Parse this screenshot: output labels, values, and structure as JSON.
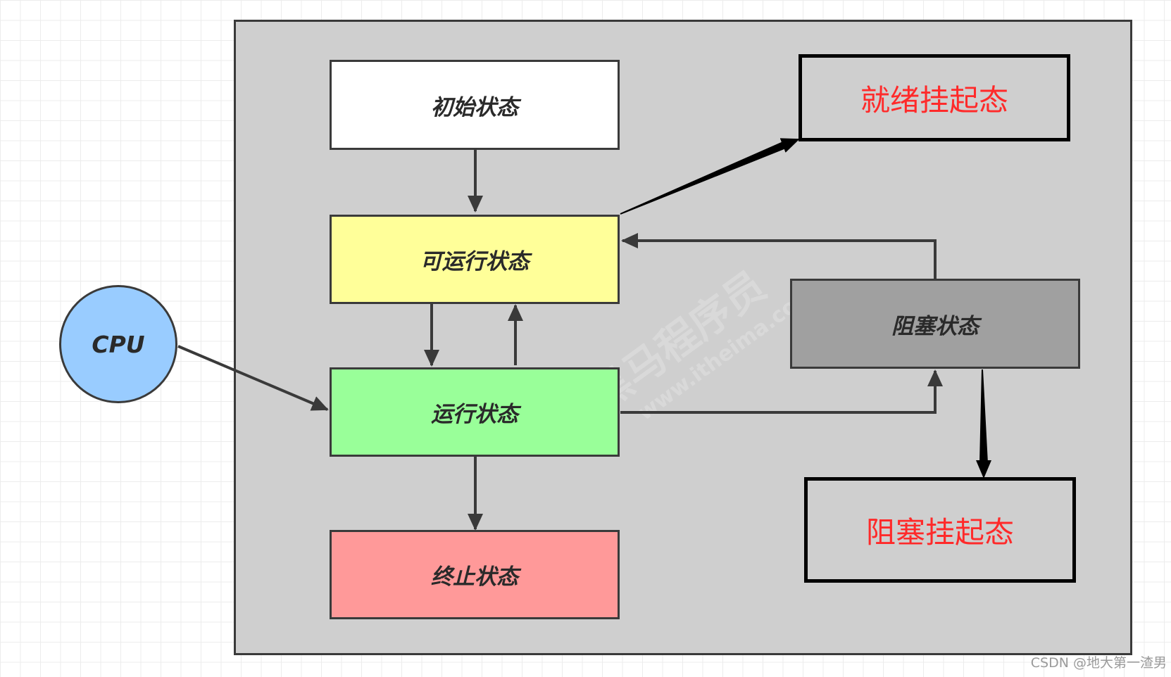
{
  "diagram": {
    "nodes": {
      "initial": {
        "label": "初始状态",
        "color": "#ffffff"
      },
      "runnable": {
        "label": "可运行状态",
        "color": "#ffff99"
      },
      "running": {
        "label": "运行状态",
        "color": "#99ff99"
      },
      "terminated": {
        "label": "终止状态",
        "color": "#ff9999"
      },
      "blocked": {
        "label": "阻塞状态",
        "color": "#a0a0a0"
      },
      "ready_suspended": {
        "label": "就绪挂起态",
        "color": "#ff2a2a"
      },
      "blocked_suspended": {
        "label": "阻塞挂起态",
        "color": "#ff2a2a"
      },
      "cpu": {
        "label": "CPU",
        "color": "#99ccff"
      }
    },
    "edges": [
      {
        "from": "initial",
        "to": "runnable"
      },
      {
        "from": "runnable",
        "to": "running"
      },
      {
        "from": "running",
        "to": "runnable"
      },
      {
        "from": "running",
        "to": "terminated"
      },
      {
        "from": "running",
        "to": "blocked"
      },
      {
        "from": "blocked",
        "to": "runnable"
      },
      {
        "from": "runnable",
        "to": "ready_suspended"
      },
      {
        "from": "blocked",
        "to": "blocked_suspended"
      },
      {
        "from": "cpu",
        "to": "running"
      }
    ],
    "background_watermark": "黑马程序员",
    "background_watermark_url": "www.itheima.com"
  },
  "footer": {
    "watermark": "CSDN @地大第一渣男"
  }
}
